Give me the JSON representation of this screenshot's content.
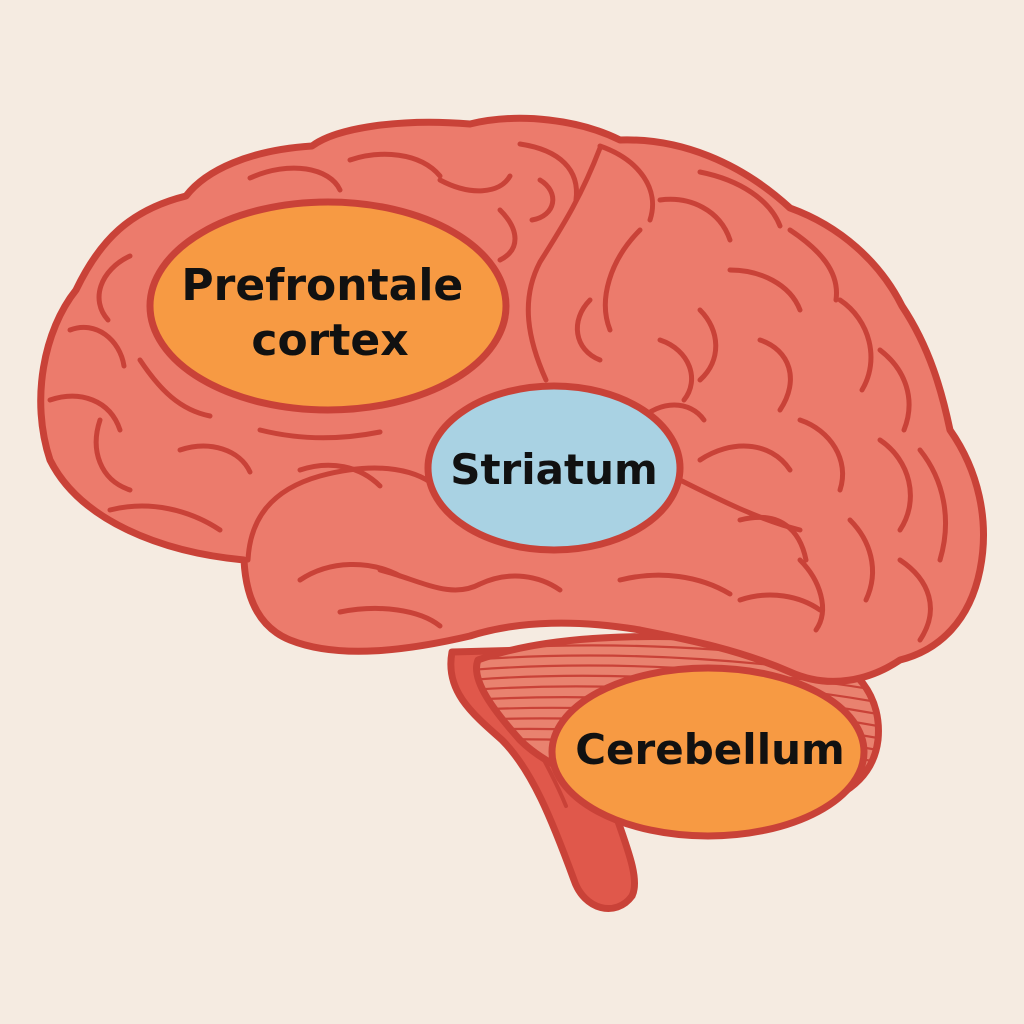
{
  "colors": {
    "background": "#f5ebe1",
    "brain_fill": "#ec7b6c",
    "brain_outline": "#c94238",
    "stem_fill": "#e0584b",
    "cerebellum_base": "#e9826f",
    "region_orange": "#f79a43",
    "region_blue": "#a9d2e3",
    "label_text": "#111111"
  },
  "regions": [
    {
      "id": "prefrontal-cortex",
      "lines": [
        "Prefrontale",
        "cortex"
      ],
      "color": "region_orange"
    },
    {
      "id": "striatum",
      "lines": [
        "Striatum"
      ],
      "color": "region_blue"
    },
    {
      "id": "cerebellum",
      "lines": [
        "Cerebellum"
      ],
      "color": "region_orange"
    }
  ]
}
